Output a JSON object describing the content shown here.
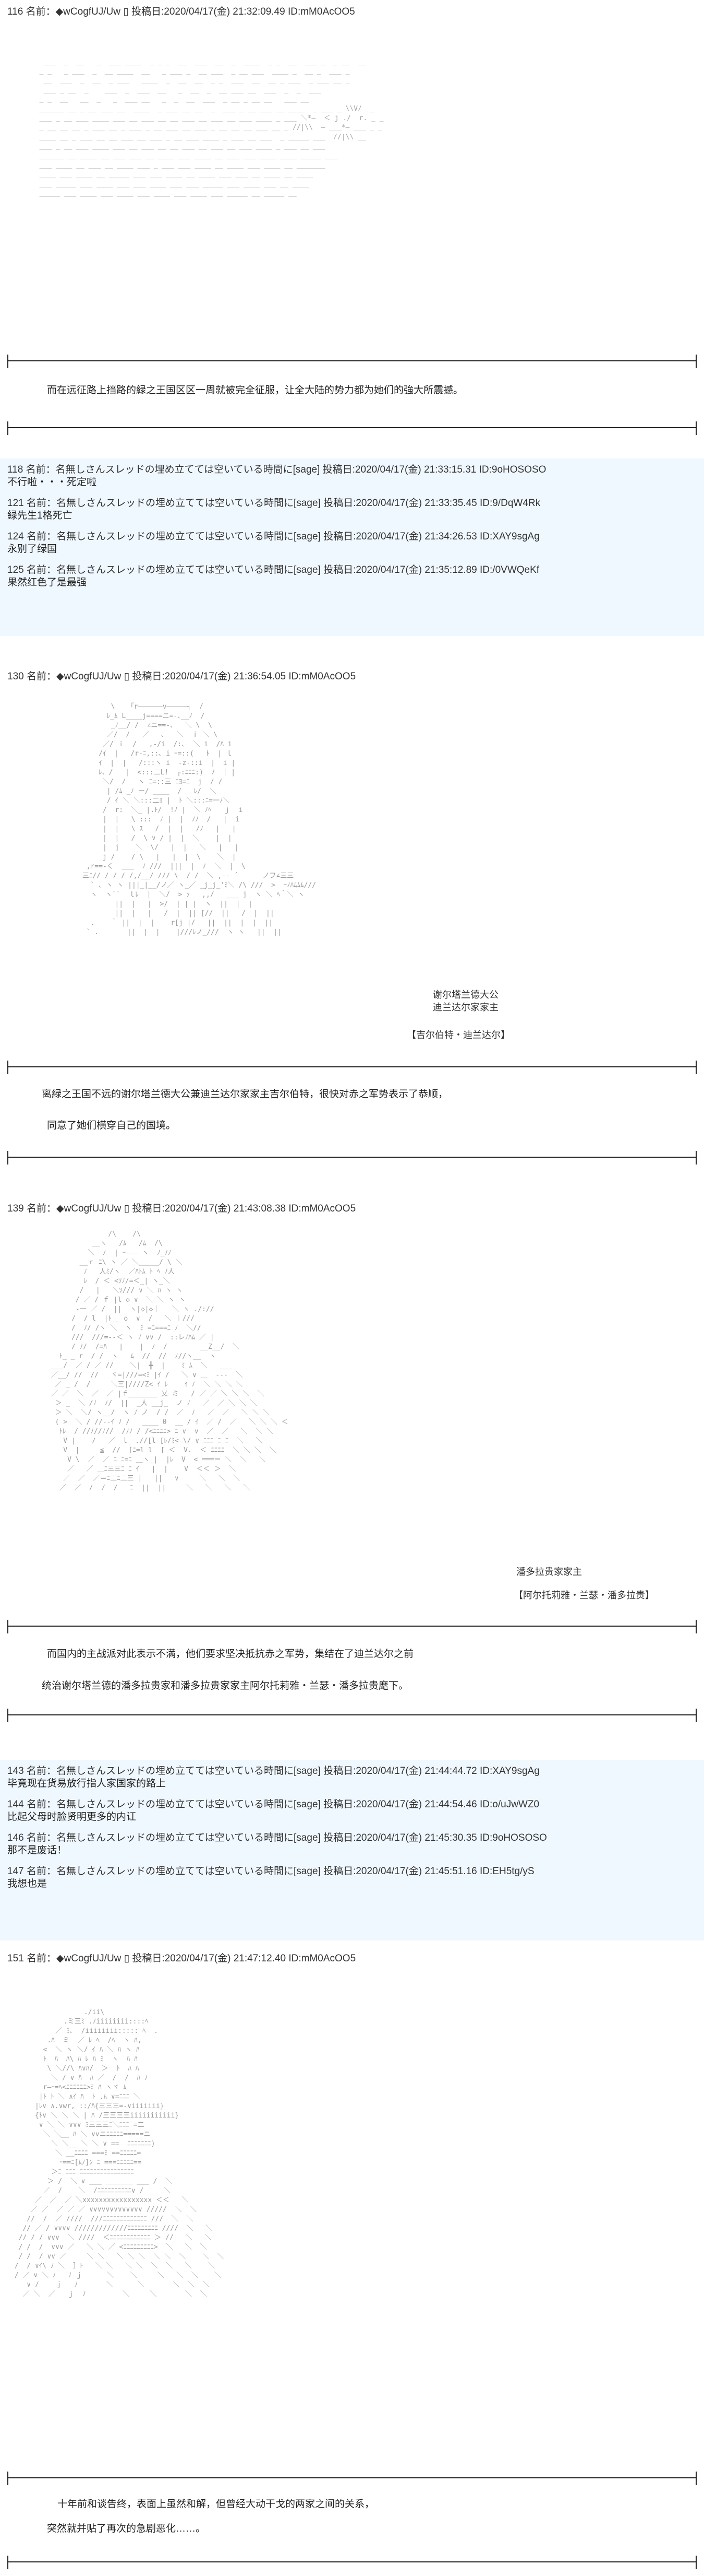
{
  "posts": [
    {
      "header": "116 名前：◆wCogfUJ/Uw ▯ 投稿日:2020/04/17(金) 21:32:09.49 ID:mM0AcOO5",
      "narration": [
        "而在远征路上挡路的緑之王国区区一周就被完全征服，让全大陆的势力都为她们的強大所震撼。"
      ]
    },
    {
      "header": "130 名前：◆wCogfUJ/Uw ▯ 投稿日:2020/04/17(金) 21:36:54.05 ID:mM0AcOO5",
      "captions": [
        "谢尔塔兰德大公",
        "迪兰达尔家家主",
        "【吉尔伯特・迪兰达尔】"
      ],
      "narration": [
        "离緑之王国不远的谢尔塔兰德大公兼迪兰达尔家家主吉尔伯特，很快对赤之军势表示了恭顺，",
        "同意了她们横穿自己的国境。"
      ]
    },
    {
      "header": "139 名前：◆wCogfUJ/Uw ▯ 投稿日:2020/04/17(金) 21:43:08.38 ID:mM0AcOO5",
      "captions": [
        "潘多拉贵家家主",
        "【阿尔托莉雅・兰瑟・潘多拉贵】"
      ],
      "narration": [
        "而国内的主战派对此表示不满，他们要求坚决抵抗赤之军势，集结在了迪兰达尔之前",
        "统治谢尔塔兰德的潘多拉贵家和潘多拉贵家家主阿尔托莉雅・兰瑟・潘多拉贵麾下。"
      ]
    },
    {
      "header": "151 名前：◆wCogfUJ/Uw ▯ 投稿日:2020/04/17(金) 21:47:12.40 ID:mM0AcOO5",
      "narration": [
        "十年前和谈告终，表面上虽然和解，但曾经大动干戈的两家之间的关系，",
        "突然就并贴了再次的急剧恶化……。"
      ]
    }
  ],
  "replies_a": [
    {
      "header": "118 名前：名無しさんスレッドの埋め立てては空いている時間に[sage] 投稿日:2020/04/17(金) 21:33:15.31 ID:9oHOSOSO",
      "body": "不行啦・・・死定啦"
    },
    {
      "header": "121 名前：名無しさんスレッドの埋め立てては空いている時間に[sage] 投稿日:2020/04/17(金) 21:33:35.45 ID:9/DqW4Rk",
      "body": "緑先生1格死亡"
    },
    {
      "header": "124 名前：名無しさんスレッドの埋め立てては空いている時間に[sage] 投稿日:2020/04/17(金) 21:34:26.53 ID:XAY9sgAg",
      "body": "永别了绿国"
    },
    {
      "header": "125 名前：名無しさんスレッドの埋め立てては空いている時間に[sage] 投稿日:2020/04/17(金) 21:35:12.89 ID:/0VWQeKf",
      "body": "果然红色了是最强"
    }
  ],
  "replies_b": [
    {
      "header": "143 名前：名無しさんスレッドの埋め立てては空いている時間に[sage] 投稿日:2020/04/17(金) 21:44:44.72 ID:XAY9sgAg",
      "body": "毕竟现在货易放行指人家国家的路上"
    },
    {
      "header": "144 名前：名無しさんスレッドの埋め立てては空いている時間に[sage] 投稿日:2020/04/17(金) 21:44:54.46 ID:o/uJwWZ0",
      "body": "比起父母时脸贤明更多的内讧"
    },
    {
      "header": "146 名前：名無しさんスレッドの埋め立てては空いている時間に[sage] 投稿日:2020/04/17(金) 21:45:30.35 ID:9oHOSOSO",
      "body": "那不是废话！"
    },
    {
      "header": "147 名前：名無しさんスレッドの埋め立てては空いている時間に[sage] 投稿日:2020/04/17(金) 21:45:51.16 ID:EH5tg/yS",
      "body": "我想也是"
    }
  ],
  "art": {
    "a1": "   ___  _  __   _  ___ ____  _ _ _  __  ___  __  _  ____  _ _  __  ___ _  _ __  __\n  _ _   _ ___  _  __ ____  __   _ ___ _  __ ___  _ __ ___  ____ _  __ _  ___ _\n   __  ___  _  __  _ ___   ____  _  __  __  _ _  ___  __  __ _ ___  _ ___ __ _\n   ___ _ __  _    ___  _  ___  __   _  __  _  __ ___ __  ___  _  _  ___\n  _ _  __   __  _   _  ___ __   _  _  __  ___  _ __ _ __ __   ___ __\n  ______ __ _ __ ___ __  ____  _ ___ __ __  _  ___ _ __ ___ __ ____  _ ___ _ \\\\V/  _\n  ___ _ __ ___ ____ ___ __ ___ __ __ ___ __ ___ __ ___ ____ _ ___ ＼*—  ＜ j ./  r. _ _\n  _ __ __ __ _ ___ __ _ ___ _ __ ___ __ ___ _ __ __ __ ___ __ _ //|\\\\  — ___*— ___ _ _\n  ____ __ _ ___ __ __ ___ __ ___ _ __ ___ ____ _ ___ __ ___  _ _____ ___  //|\\\\ __\n  ___ _ __ ___ ____ ___ __ ___ __ __ ___ __ ___ __ ___ ____ _ ___ __ ___\n  ______ __ ____ __ ___ ___ __ ____ ___ ____ __ ___ ___ ____ ____ _____ ___\n  ___ ____ __ ___ __ ____ ___ _ ___ ___ ____ __ ____ ___ ____ __ _______\n  ____ ___ ____ __ _____ ___ ___ ____ __ ____ ___ ___ __ ____ __ ____\n  ___ _____ ___ ____ ___ ___ ____ ___ ___ _____ ___ ____ ___ __ ____\n  _____ ___ ____ ___ ____ ___ ____ ___ ____ ___ _____ __ _____ __",
    "a2": "        \\   「r――――――v―――――┐  /\n       ﾚ_ﾑ L____j====ニ=-､__ﾉ  /\n        _ﾉ__/ /  ∠ニ==-、  ＼ \\  \\\n       ／/  /   ／   ､   ＼  ｉ ＼ \\\n      ／/ ｉ  /   ,-/i  /:､  ＼ i  /ﾊ i\n     /ｲ  |   /r-ﾆ,::､ i ｰ=::(   ﾄ  | ｌ\n     ｲ  |  |   /:::ヽ i  -z-::i  |  i |\n     ﾚ、/   |  <:::二L!  ┌:ﾆﾆﾆ:)  ﾉ  | |\n      ＼/  /   ヽ ﾆ=::三 ﾆﾖ=ﾆ  j  / /\n       | /ﾑ _ﾉ ー/ ____  /   ﾚ/  ＼\n       / ｲ ＼ ＼:::二ﾖ |  ﾄ ＼:::ﾆ=一ﾉ＼\n      /  r:  ＼_ |.ﾄ/  !ﾉ |  ＼ ﾉﾍ   ｊ  i\n      |  |   \\ :::  ﾉ |  |  ﾉﾉ  /   |  i\n      |  |   \\ ｽ   /  |  |   /ﾉ   |   |\n      |  |   /  \\ ∨ / |  |  ＼    |  |\n      |  j    ＼  \\/   |  |   ＼   |   |\n      j /    / \\   |   |  |  \\    ＼  |\n  ,r==-く  ___  ﾉ ///  |||  |  ﾉ  ＼  |  \\\n 三ﾆ// / / / /,/__/ /// \\  / /  ＼ ,-‐ ´      ノフ∠三三\n   ` ､ ヽ ヽ |||_|__/ノ／ ヽ_／ _j_j_'ﾐ＼ /\\ ///  >  ｰﾉﾊﾑﾑﾑ///\n   ヽ  ヽ``  ｌﾚ  |  ＼/  > ｿ   ,,/   ___ j  ヽ ＼ ﾍ｀＼ ヽ\n         ||  |   |  >/  | | |  ヽ  ||  |  |\n         ||  |   |   /  |  || [//  ||   /  |  ||\n   .    ｀ ||  |  |    r[j |/   ||  ||  |  |  ||\n  ` .       ||  |  |    |///ﾚノ_///  ヽ ヽ   ||  ||",
    "a3": "               /\\    /\\  \n           __ヽ   /ﾑ   /ﾑ  /\\ \n          ＼  ﾉ  | ｰ――― ヽ  ﾉ_ﾉﾉ\n        __ｒ ﾆ\\ ヽ ／ ＼_____/ \\ ＼\n         ﾉ   人ﾐ/ヽ  ／ﾊﾄﾑ ﾄ ﾍ ﾉ人\n         ﾚ  / ＜ <ｿﾉ/=＜_| ヽ_＼\n        /   |   ＼ｿ/// ∨ ＼ ﾊ ヽ ヽ\n       / ／ / ｆ |l ◇ ∨  ＼ ＼ ヽ ヽ\n       -一 ／ /  ||  ヽ|◇|◇｜   ＼ ヽ ./://\n      /  / l  |ﾄ__ o  ∨  /   ＼ ︱///\n      /  ﾉ/ /ヽ ＼  ヽ  ﾐ =ﾆ===ﾆ ﾉ  ＼//\n      ///  ///=--＜ ヽ ﾉ ∨∨ /  ::レﾉﾊﾑ ／ |\n      / ﾉ/  /=ﾊ   |    |  ﾉ  /        __Z__/  ＼\n   ﾄ_ _ r  / /  ヽ   ﾑ  //  //  ﾉ//ヽ__  ヽ\n ___/  ／ / ／ //    ＼|  ╋  |    ﾐ ﾑ  ＼   ___ \n ／__/ //  //   ヾ=|///=<ﾐ |ｲ /   ＼ ∨ ＿  ---  ＼\n  ／ _ /  /     ＼三|////Z< ｲ ﾚ    ｲ ﾉ  ＼ ＼ ＼ ＼ \n ／ ／  ＼  ／  ／ |ｆ_______ 乂 ミ   / ／ ／ ＼ ＼ ＼  ＼\n  ＞ _  ＼ /ﾉ  ﾉ/  ||  _人 __j_  ノ ﾉ   ／  ／ ＼ ＼ ＼\n  ＞ ＼  ＼/ ヽ__/  ヽ ﾉ ノ  / /  ／  ﾉ   ／  ／   ＼ ＼ ＼\n  ( >  ＼ / //--ｲ ﾉ /   ____ 0  __ / ｲ  ／ /  ／   ＼ ＼ ＼ ＜\n   ﾄﾚ  / //ﾉ//ﾉ//  /ﾉﾉ / /<ﾆﾆﾆﾆ> ﾆ ∨  ∨  ／  ／   ＼  ＼ ＼\n    V |    /   ／  l  .//[l [ﾚ/ﾐ< \\/ ∨ ﾆﾆﾆ ﾆ ﾆ  ＼   ＼\n    V  |     ≦  //  [ﾆ=l l  [ ＜  V.  ＜ ﾆﾆﾆﾆ  ＼ ＼ ＼  ＼\n     V \\  ／  ／ ﾆ ﾆ=ﾆ ＿ヽ_|  |ﾚ  V  < ═══＝ ＼  ＼   ＼\n     ／   ／ ＿ﾆ三三ﾆ ﾆ ｲ   |  |    V  ＜＜ ＞  ＼\n    ／  ／  ／＝ﾆ二ﾆ二三 |   ||   ∨     ＼   ＼  ＼\n   ／  ／  /  /  /   ﾆ  ||  ||     ＼   ＼   ＼   ＼",
    "a4": "                  ./ii\\\n             .ミ三ﾐ .ﾉiiiiiiii::::ﾍ\n           ／ ﾐ､  /iiiiiiii::::: ﾍ  .\n         .ﾊ  ミ  ／ ﾚ ﾍ  /ﾍ  ヽ ﾊ,\n        <  ＼ ヽ ＼/ ｲ ﾊ ＼ ﾊ ヽ ﾊ\n        ﾄ  ﾊ  ﾊ\\ ﾊ ﾚ ﾊ ﾐ  ヽ  ﾊ ﾊ\n         \\ ＼//\\ ﾊ∨ﾊ/  ＞  ﾄ  ﾊ ﾊ\n          ＼ / ∨ ﾊ  ﾊ ／  /  /  ﾊ ﾉ\n        r―ｰ=ﾍ<ﾆﾆﾆﾆﾆﾆ>ﾐ ﾊ ヽヾ ﾑ\n       |ﾄ ﾄ ＼ ∧ｲ ﾊ  ﾄ .ﾑ ∨=ﾆﾆﾆ ＼\n      |ﾚ∨ ∧.∨wr, ::/ﾊ{三三三=-∨iiiiiii}\n      {ﾄ∨ ＼ ＼ ＼ | ﾊ /三三三三iiiiiiiiiii}\n       ∨ ＼ ＼ ∨∨∨ ﾐ三三三ﾆ＼ﾆﾆﾆ =二\n        ＼ ＼__ ﾊ ＼ ∨∨ニﾆﾆﾆﾆﾆ=====ニ\n          ＼ ＼__ ＼ ＼ ∨ ==  ﾆﾆﾆﾆﾆﾆﾆ)\n           ＼ __ﾆﾆﾆﾆ ===ﾐ ==ﾆﾆﾆﾆﾆ=\n            ｰ==ﾆ[ﾑﾉ]ﾝ ﾆ ===ﾆﾆﾆﾆﾆ==\n          ＞ﾆ ﾆﾆﾆ ﾆﾆﾆﾆﾆﾆﾆﾆﾆﾆﾆﾆﾆﾆﾆﾆ\n         ＞ /  ＼ ∨ ___ ＿＿＿＿ ___ /  ＼\n        ／  /    ＼  /ﾆﾆﾆﾆﾆﾆﾆﾆﾆﾆ∨ /     ＼\n      ／  ／  ／ ＼xxxxxxxxxxxxxxxxx ＜＜   ＼\n     ／ ／  ／ ／ ／ ∨∨∨∨∨∨∨∨∨∨∨∨∨ /////  ＼  ＼\n    //  /  ／ ////  ///ﾆﾆﾆﾆﾆﾆﾆﾆﾆﾆﾆﾆﾆ ///  ＼  ＼\n   // ／ / ∨∨∨∨ /////////////ﾆﾆﾆﾆﾆﾆﾆﾆﾆ ////  ＼   ＼\n  // / / ∨∨∨  ＼ ////  ＜ﾆﾆﾆﾆﾆﾆﾆﾆﾆﾆﾆﾆ ＞ //   ＼   ＼\n  / /  /  ∨∨∨ ／   ＼ ＼ ／ <ﾆﾆﾆﾆﾆﾆﾆﾆﾆ>  ＼   ＼  ＼\n  / /  / ∨∨ ／     ＼ ＼   ＼ ＼ ＼  ＼ ＼  ＼    ＼  ＼\n /  / ∨ｲ\\ ﾉ ＼  ］ﾄ   ＼ ＼   ＼ ＼  ＼  ＼   ＼    ＼\n / ／ ∨ ＼ ﾉ   ﾉ ｊ      ＼    ＼     ＼   ＼  ＼    ＼\n    ∨ /    ｊ   ﾉ       ＼      ＼       ＼  ＼  ＼\n   ／ ＼  ／   ｊ  ﾉ         ＼     ＼       ＼  ＼"
  }
}
